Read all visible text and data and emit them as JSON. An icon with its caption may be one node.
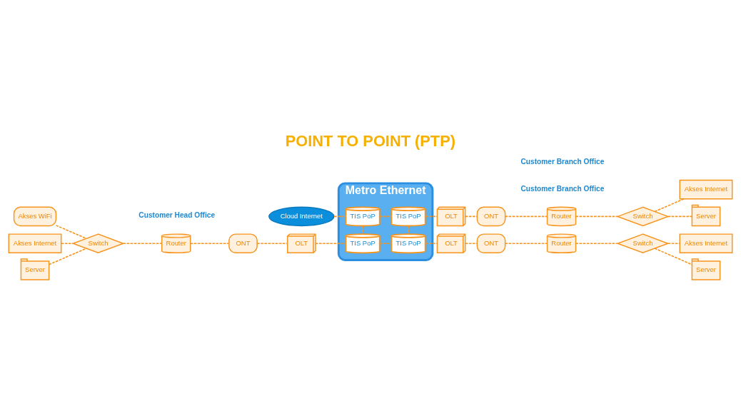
{
  "diagram": {
    "title": "POINT TO POINT (PTP)",
    "nodes": [
      {
        "text": [
          "Cloud Internet"
        ]
      },
      {
        "text": [
          "OLT"
        ]
      },
      {
        "text": [
          "ONT"
        ]
      },
      {
        "text": [
          "Router"
        ]
      },
      {
        "text": [
          "Switch"
        ]
      },
      {
        "text": [
          "Akses WiFi"
        ]
      },
      {
        "text": [
          "Metro Ethernet"
        ]
      },
      {
        "text": [
          "TIS PoP"
        ],
        "in": 6
      },
      {
        "text": [
          "TIS PoP"
        ],
        "in": 6
      },
      {
        "text": [
          "Akses Internet"
        ]
      },
      {
        "text": [
          "Server"
        ]
      },
      {
        "text": [
          "Akses Internet"
        ]
      },
      {
        "text": [
          "TIS PoP"
        ],
        "in": 6
      },
      {
        "text": [
          "TIS PoP"
        ],
        "in": 6
      },
      {
        "text": [
          "Server"
        ]
      },
      {
        "text": [
          "Switch"
        ]
      },
      {
        "text": [
          "Router"
        ]
      },
      {
        "text": [
          "ONT"
        ]
      },
      {
        "text": [
          "OLT"
        ]
      },
      {
        "text": [
          "OLT"
        ]
      },
      {
        "text": [
          "ONT"
        ]
      },
      {
        "text": [
          "Router"
        ]
      },
      {
        "text": [
          "Switch"
        ]
      },
      {
        "text": [
          "Akses Internet"
        ]
      },
      {
        "text": [
          "Server"
        ]
      }
    ],
    "edges": [
      {
        "from": 5,
        "to": 15,
        "arrow": "none",
        "style": "dashed"
      },
      {
        "from": 11,
        "to": 15,
        "arrow": "none",
        "style": "dashed"
      },
      {
        "from": 14,
        "to": 15,
        "arrow": "none",
        "style": "dashed"
      },
      {
        "from": 15,
        "to": 16,
        "arrow": "none",
        "style": "dashed"
      },
      {
        "from": 16,
        "to": 17,
        "arrow": "none",
        "style": "dashed"
      },
      {
        "from": 17,
        "to": 18,
        "arrow": "none",
        "style": "dashed"
      },
      {
        "from": 18,
        "to": 12,
        "arrow": "none",
        "style": "dashed"
      },
      {
        "from": 0,
        "to": 7,
        "arrow": "none",
        "style": "dashed"
      },
      {
        "from": 7,
        "to": 8,
        "arrow": "none",
        "style": "dashed"
      },
      {
        "from": 7,
        "to": 12,
        "arrow": "none",
        "style": "dashed"
      },
      {
        "from": 8,
        "to": 13,
        "arrow": "none",
        "style": "dashed"
      },
      {
        "from": 12,
        "to": 13,
        "arrow": "none",
        "style": "dashed"
      },
      {
        "from": 8,
        "to": 1,
        "arrow": "none",
        "style": "dashed"
      },
      {
        "from": 1,
        "to": 2,
        "arrow": "none",
        "style": "dashed"
      },
      {
        "from": 2,
        "to": 3,
        "arrow": "none",
        "style": "dashed"
      },
      {
        "from": 3,
        "to": 4,
        "arrow": "none",
        "style": "dashed"
      },
      {
        "from": 4,
        "to": 9,
        "arrow": "none",
        "style": "dashed"
      },
      {
        "from": 4,
        "to": 10,
        "arrow": "none",
        "style": "dashed"
      },
      {
        "from": 13,
        "to": 19,
        "arrow": "none",
        "style": "dashed"
      },
      {
        "from": 19,
        "to": 20,
        "arrow": "none",
        "style": "dashed"
      },
      {
        "from": 20,
        "to": 21,
        "arrow": "none",
        "style": "dashed"
      },
      {
        "from": 21,
        "to": 22,
        "arrow": "none",
        "style": "dashed"
      },
      {
        "from": 22,
        "to": 23,
        "arrow": "none",
        "style": "dashed"
      },
      {
        "from": 22,
        "to": 24,
        "arrow": "none",
        "style": "dashed"
      }
    ],
    "labels": [
      "Customer Head Office",
      "Customer Branch Office",
      "Customer Branch Office"
    ]
  }
}
